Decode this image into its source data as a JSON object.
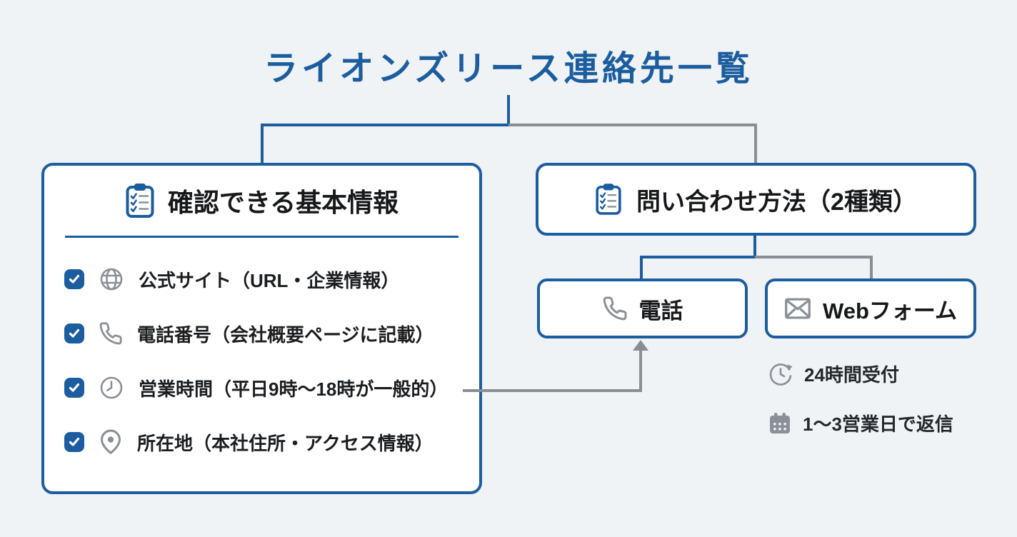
{
  "title": "ライオンズリース連絡先一覧",
  "colors": {
    "primary_blue": "#1c5d9f",
    "connector_gray": "#888e93",
    "icon_gray": "#8a9096",
    "text_dark": "#1b1e21",
    "background": "#eff3f6",
    "card_background": "#ffffff"
  },
  "left_panel": {
    "heading": "確認できる基本情報",
    "heading_icon": "clipboard-check-icon",
    "items": [
      {
        "icon": "globe-icon",
        "label": "公式サイト（URL・企業情報）"
      },
      {
        "icon": "phone-icon",
        "label": "電話番号（会社概要ページに記載）"
      },
      {
        "icon": "clock-icon",
        "label": "営業時間（平日9時〜18時が一般的）"
      },
      {
        "icon": "map-pin-icon",
        "label": "所在地（本社住所・アクセス情報）"
      }
    ]
  },
  "right_panel": {
    "heading": "問い合わせ方法（2種類）",
    "heading_icon": "clipboard-check-icon",
    "methods": [
      {
        "icon": "phone-icon",
        "label": "電話"
      },
      {
        "icon": "envelope-icon",
        "label": "Webフォーム"
      }
    ],
    "notes": [
      {
        "icon": "clock-24h-icon",
        "label": "24時間受付"
      },
      {
        "icon": "calendar-icon",
        "label": "1〜3営業日で返信"
      }
    ]
  }
}
